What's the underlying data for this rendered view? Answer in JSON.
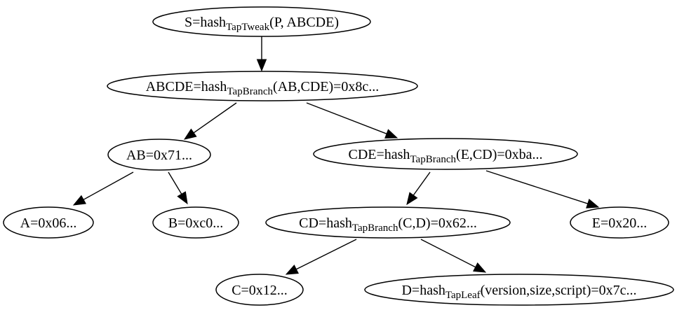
{
  "diagram": {
    "title": "Taproot Merkle tree hash diagram",
    "nodes": [
      {
        "id": "S",
        "pre": "S=hash",
        "sub": "TapTweak",
        "post": "(P, ABCDE)"
      },
      {
        "id": "ABCDE",
        "pre": "ABCDE=hash",
        "sub": "TapBranch",
        "post": "(AB,CDE)=0x8c..."
      },
      {
        "id": "AB",
        "pre": "AB=0x71...",
        "sub": "",
        "post": ""
      },
      {
        "id": "CDE",
        "pre": "CDE=hash",
        "sub": "TapBranch",
        "post": "(E,CD)=0xba..."
      },
      {
        "id": "A",
        "pre": "A=0x06...",
        "sub": "",
        "post": ""
      },
      {
        "id": "B",
        "pre": "B=0xc0...",
        "sub": "",
        "post": ""
      },
      {
        "id": "CD",
        "pre": "CD=hash",
        "sub": "TapBranch",
        "post": "(C,D)=0x62..."
      },
      {
        "id": "E",
        "pre": "E=0x20...",
        "sub": "",
        "post": ""
      },
      {
        "id": "C",
        "pre": "C=0x12...",
        "sub": "",
        "post": ""
      },
      {
        "id": "D",
        "pre": "D=hash",
        "sub": "TapLeaf",
        "post": "(version,size,script)=0x7c..."
      }
    ],
    "edges": [
      {
        "from": "S",
        "to": "ABCDE"
      },
      {
        "from": "ABCDE",
        "to": "AB"
      },
      {
        "from": "ABCDE",
        "to": "CDE"
      },
      {
        "from": "AB",
        "to": "A"
      },
      {
        "from": "AB",
        "to": "B"
      },
      {
        "from": "CDE",
        "to": "CD"
      },
      {
        "from": "CDE",
        "to": "E"
      },
      {
        "from": "CD",
        "to": "C"
      },
      {
        "from": "CD",
        "to": "D"
      }
    ],
    "colors": {
      "background": "#ffffff",
      "stroke": "#000000",
      "text": "#000000"
    }
  }
}
